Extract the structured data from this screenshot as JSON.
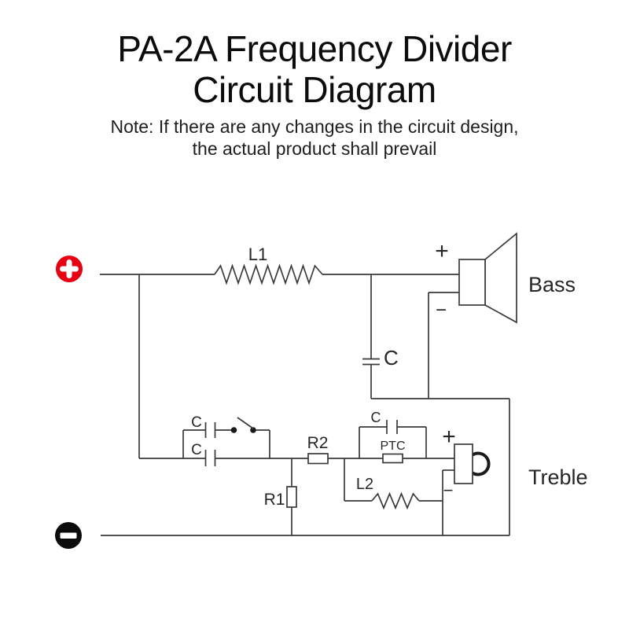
{
  "header": {
    "title_line1": "PA-2A Frequency Divider",
    "title_line2": "Circuit Diagram",
    "note_line1": "Note: If there are any changes in the circuit design,",
    "note_line2": "the actual product shall prevail"
  },
  "components": {
    "l1": "L1",
    "main_capacitor": "C",
    "switch_cap_top": "C",
    "switch_cap_bottom": "C",
    "r2": "R2",
    "r1": "R1",
    "tweeter_cap": "C",
    "ptc": "PTC",
    "l2": "L2"
  },
  "speakers": {
    "bass_label": "Bass",
    "bass_plus": "+",
    "bass_minus": "−",
    "treble_label": "Treble",
    "treble_plus": "+",
    "treble_minus": "−"
  },
  "icons": {
    "positive_terminal": "plus-in-red-circle",
    "negative_terminal": "minus-in-black-circle"
  },
  "colors": {
    "positive_terminal": "#e60012",
    "negative_terminal": "#0b0b0b",
    "wire": "#3a3a3a",
    "text": "#111111"
  }
}
